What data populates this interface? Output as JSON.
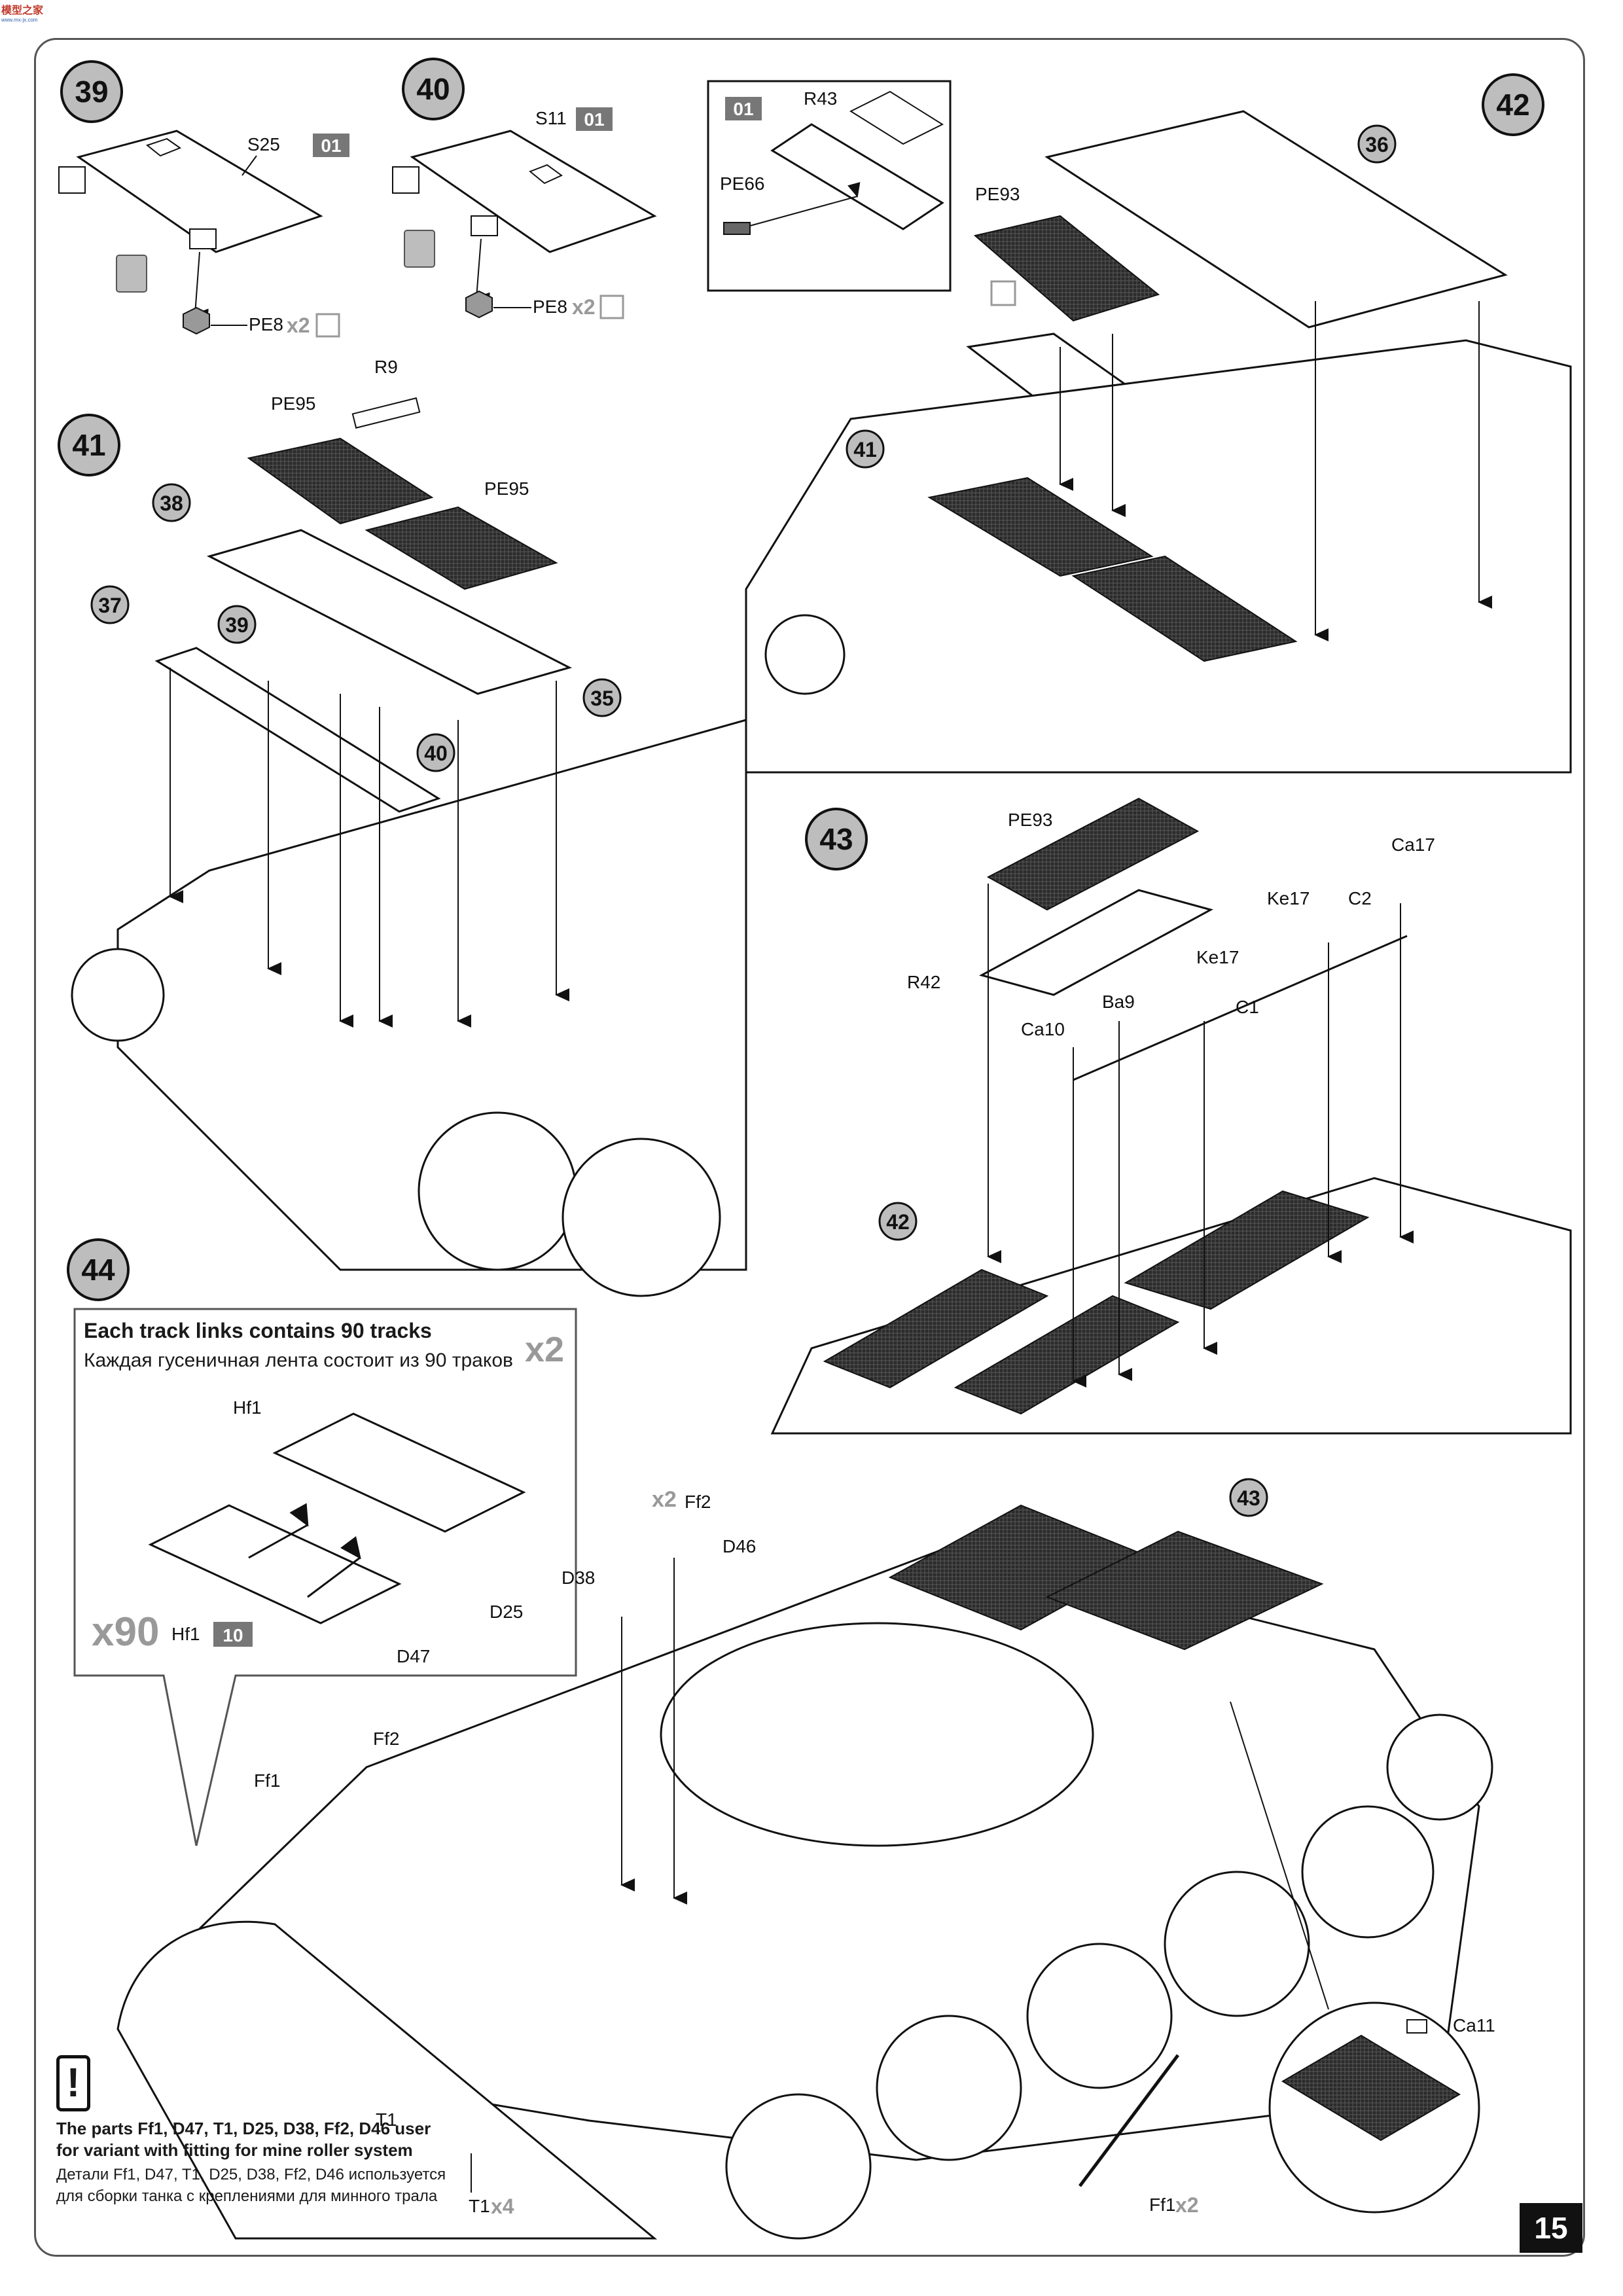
{
  "logo": {
    "brand": "模型之家",
    "url": "www.mx-jx.com"
  },
  "page_number": "15",
  "steps": [
    "39",
    "40",
    "41",
    "42",
    "43",
    "44"
  ],
  "part_badges": [
    "35",
    "36",
    "37",
    "38",
    "39",
    "40",
    "41",
    "42",
    "43"
  ],
  "sprue_box": "01",
  "sprue_box_10": "10",
  "labels": {
    "S25": "S25",
    "S11": "S11",
    "PE8": "PE8",
    "R9": "R9",
    "PE95": "PE95",
    "R43": "R43",
    "PE66": "PE66",
    "PE93": "PE93",
    "Ca17": "Ca17",
    "Ke17": "Ke17",
    "C2": "C2",
    "R42": "R42",
    "Ba9": "Ba9",
    "Ca10": "Ca10",
    "C1": "C1",
    "Hf1": "Hf1",
    "Ff2": "Ff2",
    "D46": "D46",
    "D38": "D38",
    "D25": "D25",
    "D47": "D47",
    "Ff1": "Ff1",
    "T1": "T1",
    "Ca11": "Ca11"
  },
  "multipliers": {
    "x2": "x2",
    "x4": "x4",
    "x90": "x90"
  },
  "step44": {
    "en": "Each track links contains 90 tracks",
    "ru": "Каждая гусеничная лента состоит из 90 траков"
  },
  "warning": {
    "icon": "!",
    "en": "The parts Ff1, D47, T1, D25, D38, Ff2, D46 user for variant with fitting for mine roller system",
    "ru": "Детали Ff1, D47, T1, D25, D38, Ff2, D46 используется для сборки танка с креплениями для минного трала"
  },
  "colors": {
    "ink": "#111111",
    "frame": "#555555",
    "badge_fill": "#bdbdbd",
    "mesh": "#2b2b2b",
    "sprue_box": "#777777"
  }
}
